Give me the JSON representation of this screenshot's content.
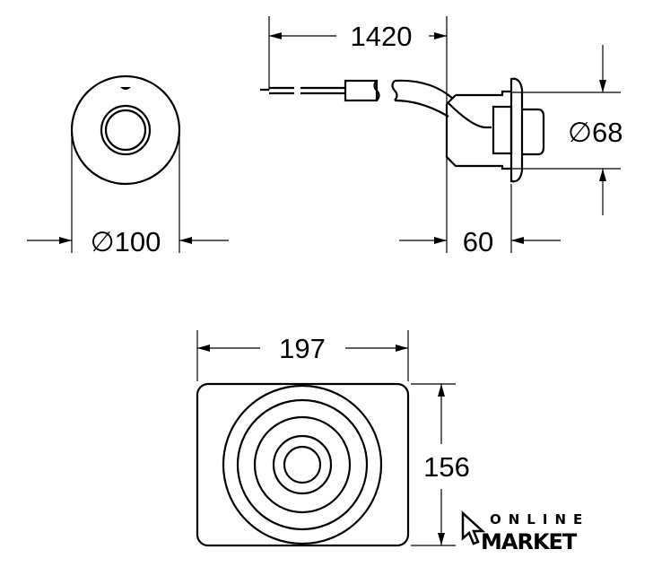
{
  "dimensions": {
    "front_diameter": "∅100",
    "cable_length": "1420",
    "side_depth": "60",
    "side_diameter": "∅68",
    "cover_width": "197",
    "cover_height": "156"
  },
  "logo": {
    "line1": "ONLINE",
    "line2": "MARKET"
  }
}
